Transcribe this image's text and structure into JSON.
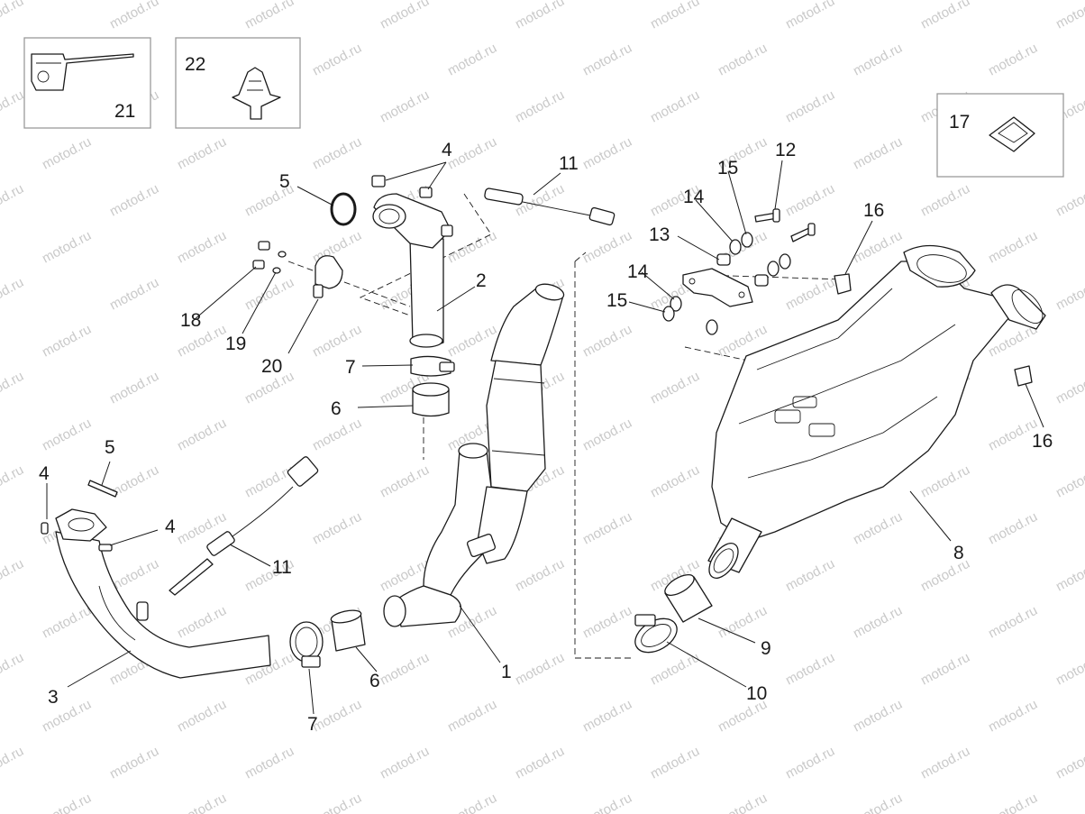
{
  "watermark": "motod.ru",
  "colors": {
    "line": "#1a1a1a",
    "watermark": "#c9c9c9",
    "inset_border": "#9a9a9a"
  },
  "callouts": {
    "c1": "1",
    "c2": "2",
    "c3": "3",
    "c4a": "4",
    "c4b": "4",
    "c4c": "4",
    "c5a": "5",
    "c5b": "5",
    "c6a": "6",
    "c6b": "6",
    "c7a": "7",
    "c7b": "7",
    "c8": "8",
    "c9": "9",
    "c10": "10",
    "c11a": "11",
    "c11b": "11",
    "c12": "12",
    "c13": "13",
    "c14a": "14",
    "c14b": "14",
    "c15a": "15",
    "c15b": "15",
    "c16a": "16",
    "c16b": "16",
    "c17": "17",
    "c18": "18",
    "c19": "19",
    "c20": "20",
    "c21": "21",
    "c22": "22"
  }
}
